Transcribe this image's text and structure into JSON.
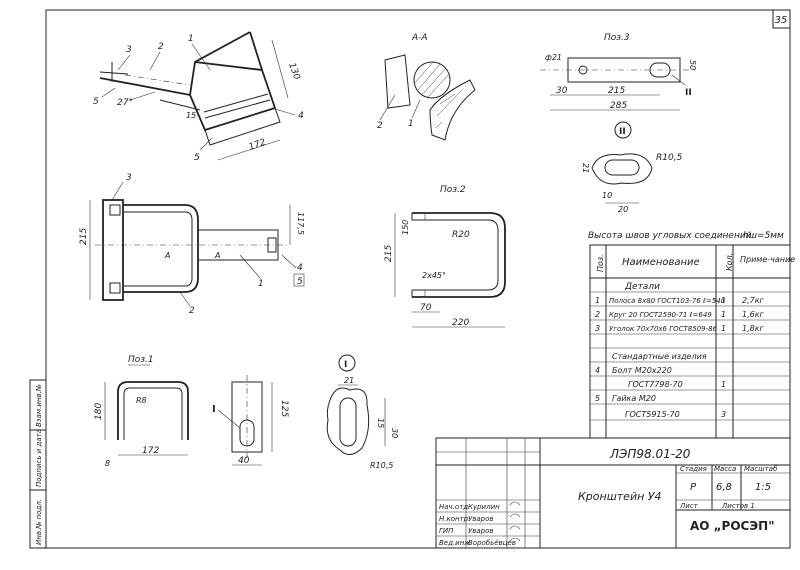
{
  "sheet_number": "35",
  "header_note": "Высота швов угловых соединений",
  "weld_height": "hш=5мм",
  "views": {
    "section": "А-А",
    "pos3": "Поз.3",
    "pos2": "Поз.2",
    "pos1": "Поз.1",
    "detail1": "I",
    "detail2": "II",
    "view_arrow": "А",
    "chamfer": "2х45°"
  },
  "dims": {
    "d130": "130",
    "d172a": "172",
    "d15": "15",
    "d27": "27°",
    "d215a": "215",
    "d117": "117,5",
    "d21a": "ф21",
    "d30a": "30",
    "d215b": "215",
    "d285": "285",
    "d50": "50",
    "r105a": "R10,5",
    "d21b": "21",
    "d10": "10",
    "d20a": "20",
    "d150": "150",
    "r20": "R20",
    "d215c": "215",
    "d70": "70",
    "d220": "220",
    "r8": "R8",
    "d180": "180",
    "d8": "8",
    "d172b": "172",
    "d125": "125",
    "d40": "40",
    "d21c": "21",
    "d15b": "15",
    "d30b": "30",
    "r105b": "R10,5"
  },
  "leaders": [
    "1",
    "2",
    "3",
    "4",
    "5"
  ],
  "spec_table": {
    "headers": [
      "Поз.",
      "Наименование",
      "Кол.",
      "Приме-чание"
    ],
    "section_details": "Детали",
    "rows": [
      {
        "pos": "1",
        "name": "Полоса 8х80 ГОСТ103-76 ℓ=540",
        "qty": "1",
        "note": "2,7кг"
      },
      {
        "pos": "2",
        "name": "Круг 20 ГОСТ2590-71 ℓ=649",
        "qty": "1",
        "note": "1,6кг"
      },
      {
        "pos": "3",
        "name": "Уголок 70х70х6 ГОСТ8509-86",
        "qty": "1",
        "note": "1,8кг"
      }
    ],
    "section_std": "Стандартные изделия",
    "std_rows": [
      {
        "pos": "4",
        "name": "Болт М20х220",
        "qty": "",
        "note": ""
      },
      {
        "pos": "",
        "name": "ГОСТ7798-70",
        "qty": "1",
        "note": ""
      },
      {
        "pos": "5",
        "name": "Гайка М20",
        "qty": "",
        "note": ""
      },
      {
        "pos": "",
        "name": "ГОСТ5915-70",
        "qty": "3",
        "note": ""
      }
    ]
  },
  "title_block": {
    "designation": "ЛЭП98.01-20",
    "name": "Кронштейн У4",
    "stage_label": "Стадия",
    "mass_label": "Масса",
    "scale_label": "Масштаб",
    "stage": "Р",
    "mass": "6,8",
    "scale": "1:5",
    "sheet_label": "Лист",
    "sheets_label": "Листов 1",
    "company": "АО „РОСЭП\"",
    "people": [
      {
        "role": "Нач.отд",
        "name": "Курилин"
      },
      {
        "role": "Н.контр.",
        "name": "Уваров"
      },
      {
        "role": "ГИП",
        "name": "Уваров"
      },
      {
        "role": "Вед.инж",
        "name": "Воробьёвцев"
      }
    ]
  },
  "side_stamp": [
    "Инв.№ подл.",
    "Подпись и дата",
    "Взам.инв.№"
  ]
}
